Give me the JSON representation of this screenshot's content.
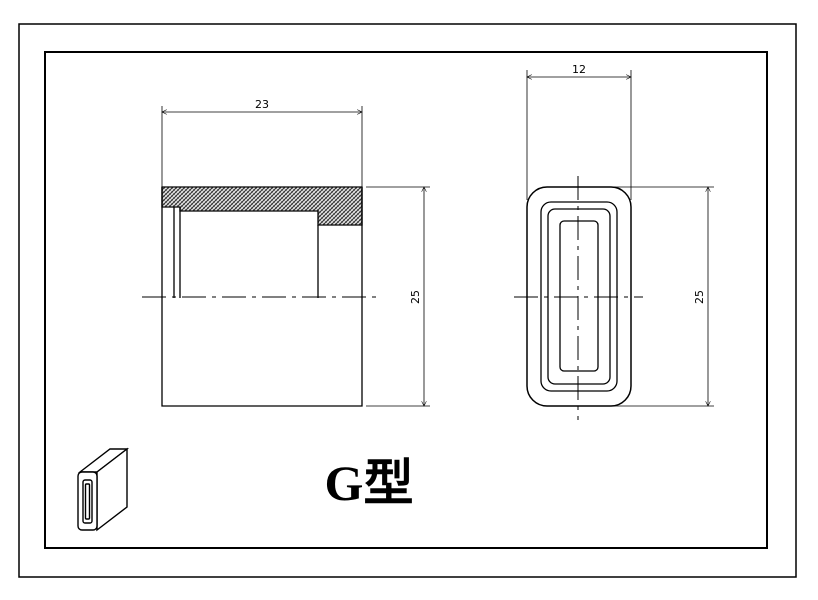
{
  "title": "G型",
  "colors": {
    "line": "#000000",
    "paper": "#ffffff",
    "hatch": "#444444"
  },
  "front_view": {
    "width_dim": "23",
    "height_dim": "25"
  },
  "side_view": {
    "width_dim": "12",
    "height_dim": "25"
  },
  "icons": {
    "iso": "core-isometric-icon"
  }
}
